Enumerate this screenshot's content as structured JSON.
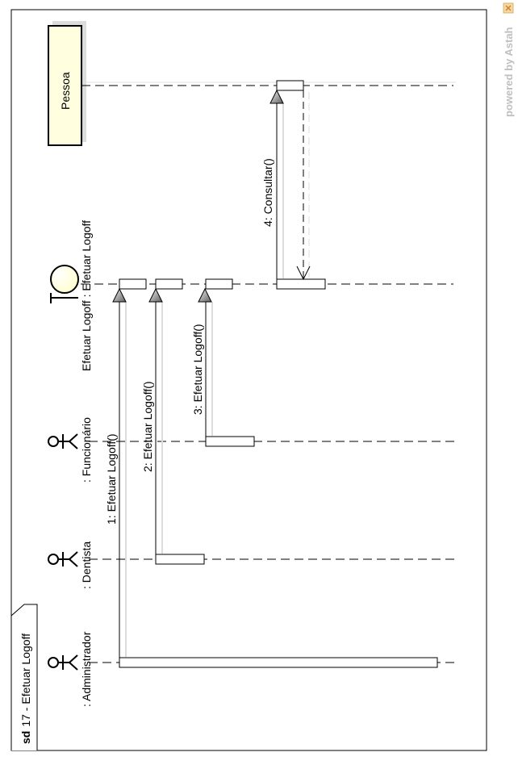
{
  "frame": {
    "keyword": "sd",
    "title": "17 - Efetuar Logoff"
  },
  "lifelines": [
    {
      "id": "administrador",
      "kind": "actor",
      "label": ": Administrador"
    },
    {
      "id": "dentista",
      "kind": "actor",
      "label": ": Dentista"
    },
    {
      "id": "funcionario",
      "kind": "actor",
      "label": ": Funcionário"
    },
    {
      "id": "boundary",
      "kind": "boundary",
      "label": "Efetuar Logoff : Efetuar Logoff"
    },
    {
      "id": "pessoa",
      "kind": "class",
      "label": "Pessoa"
    }
  ],
  "messages": [
    {
      "from": "administrador",
      "to": "boundary",
      "label": "1: Efetuar Logoff()",
      "reply": false
    },
    {
      "from": "dentista",
      "to": "boundary",
      "label": "2: Efetuar Logoff()",
      "reply": false
    },
    {
      "from": "funcionario",
      "to": "boundary",
      "label": "3: Efetuar Logoff()",
      "reply": false
    },
    {
      "from": "boundary",
      "to": "pessoa",
      "label": "4: Consultar()",
      "reply": false
    }
  ],
  "watermark": "powered by Astah",
  "colors": {
    "classFill": "#ffffe0",
    "line": "#000000",
    "shadow": "#dcdcdc",
    "arrowhead": "#808080"
  }
}
